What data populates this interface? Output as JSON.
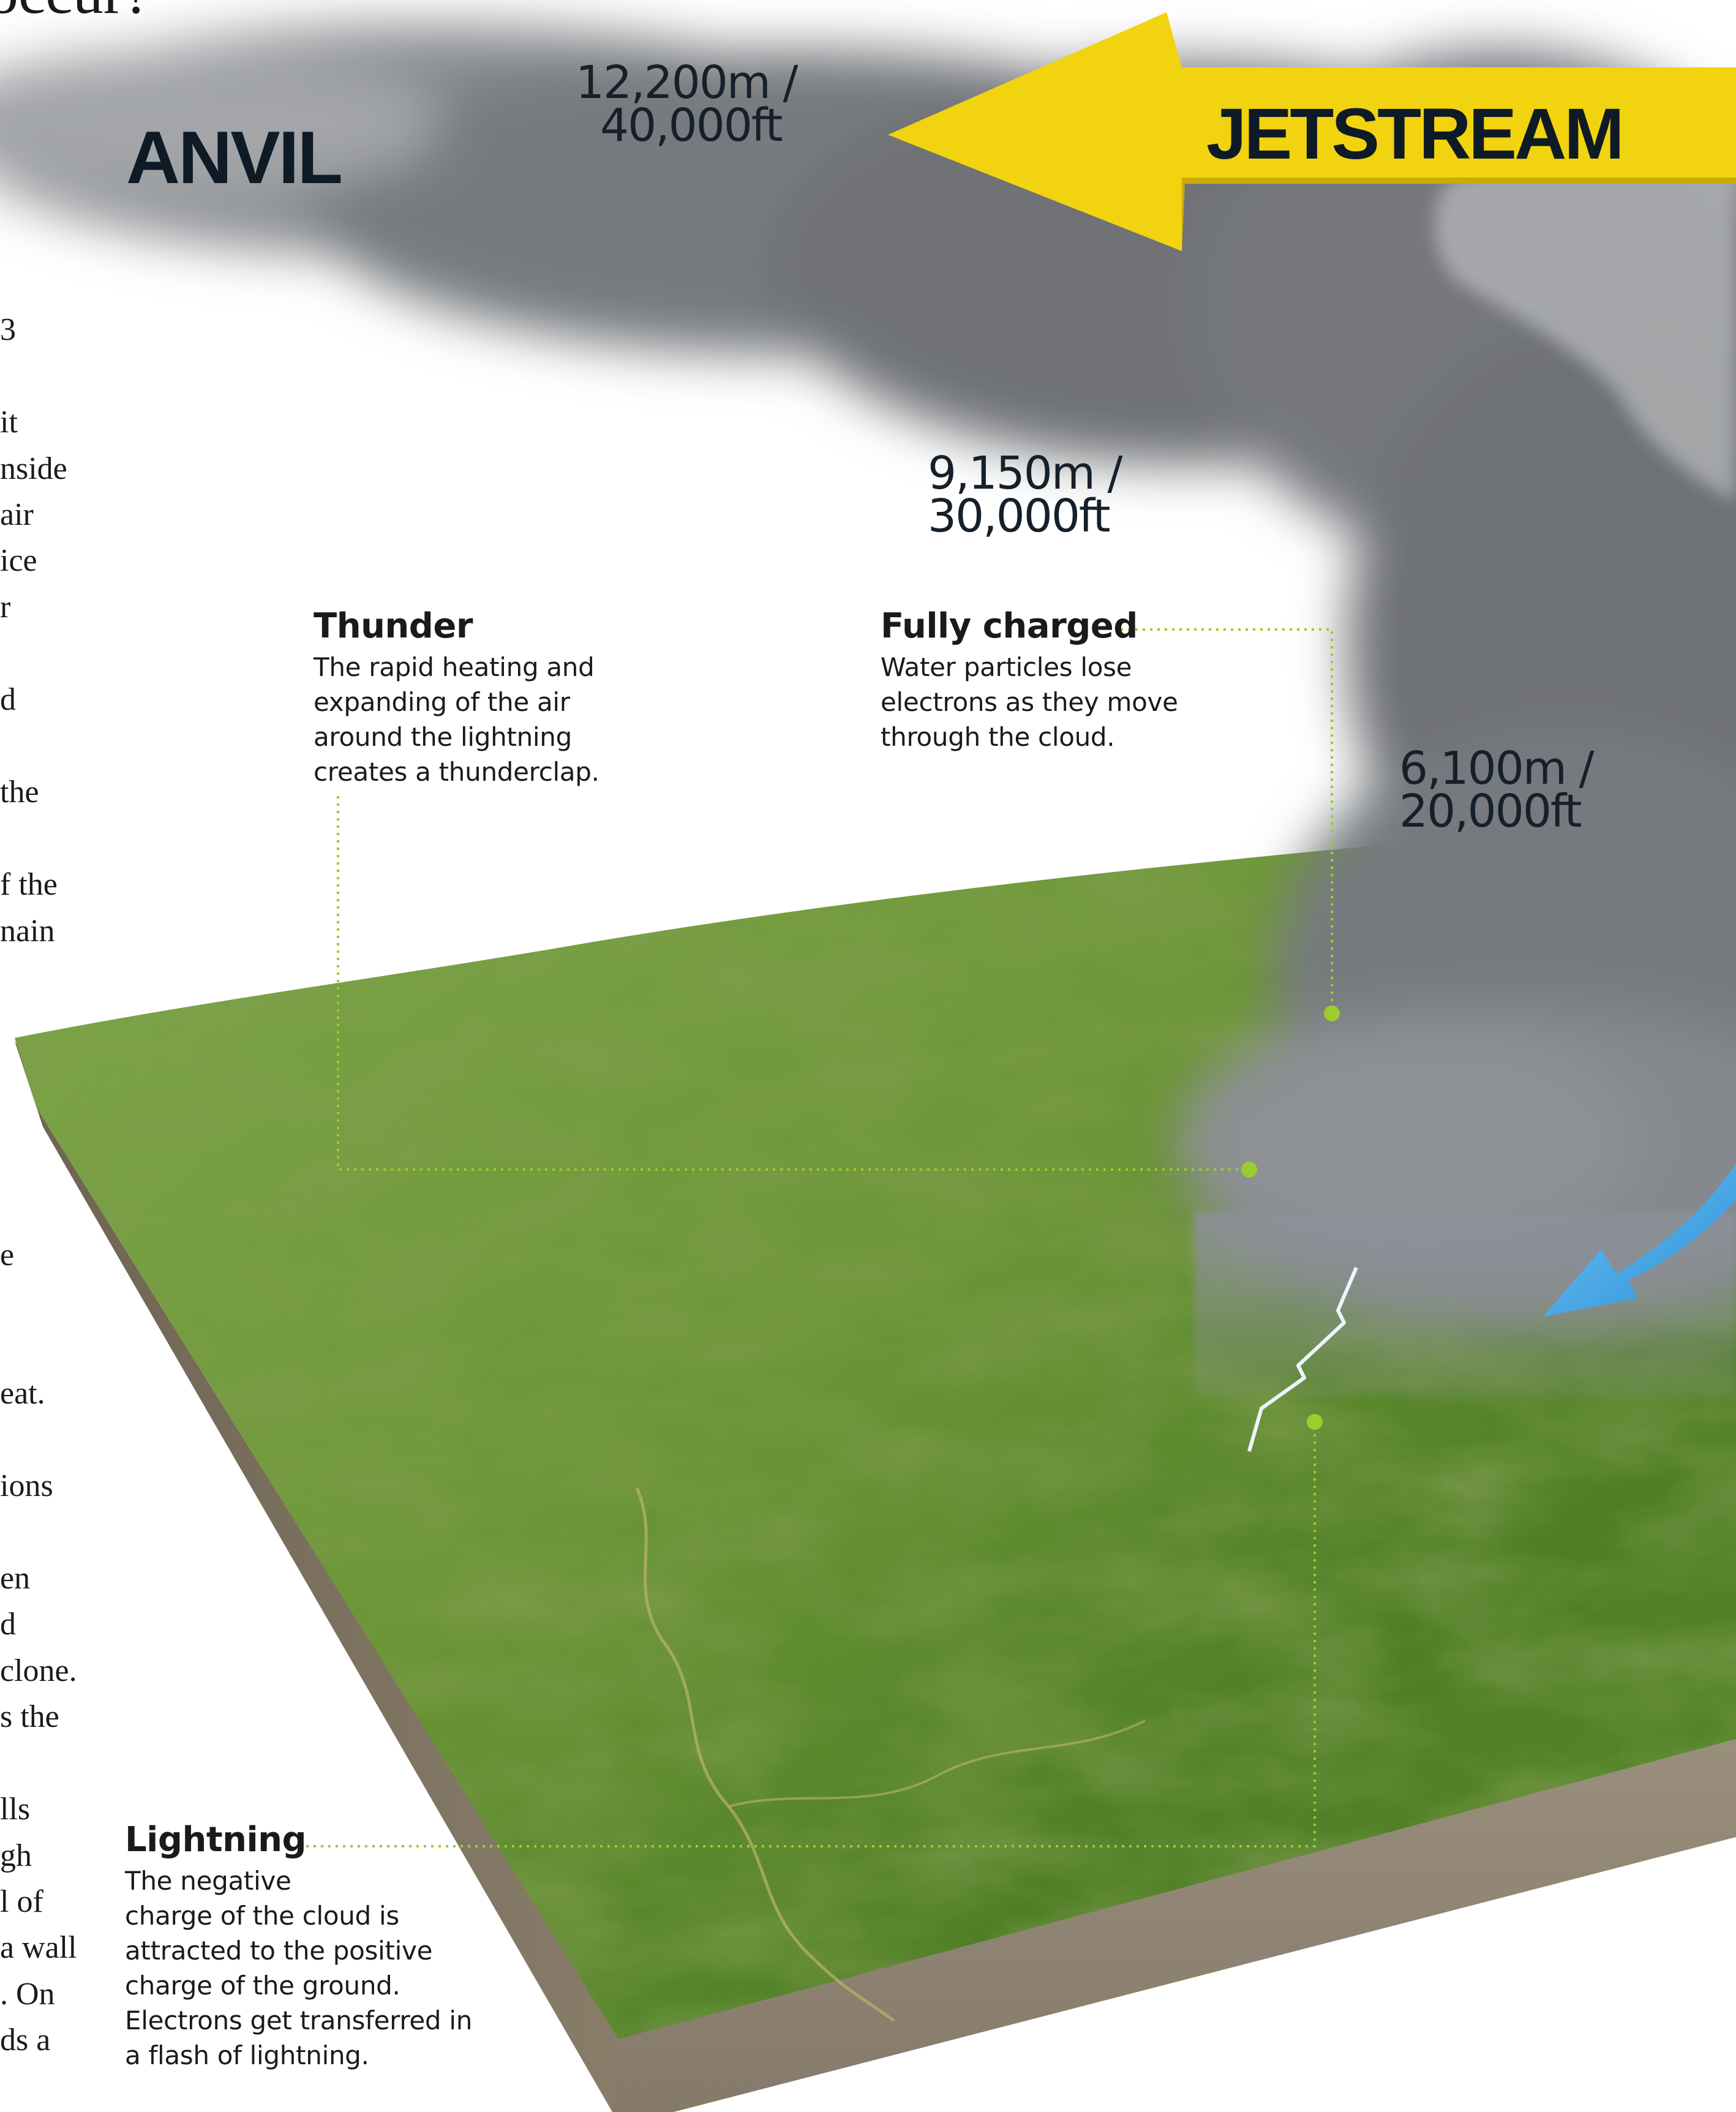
{
  "heading_fragment": "occur?",
  "body_fragments": [
    "3",
    "it",
    "nside",
    "air",
    "ice",
    "r",
    "d",
    "the",
    "f the",
    "nain",
    "e",
    "eat.",
    "ions",
    "en",
    "d",
    "clone.",
    "s the",
    "lls",
    "gh",
    "l of",
    "a wall",
    ". On",
    "ds a"
  ],
  "labels": {
    "anvil": "ANVIL",
    "jetstream": "JETSTREAM"
  },
  "altitudes": [
    {
      "metric": "12,200m /",
      "imperial": "40,000ft"
    },
    {
      "metric": "9,150m /",
      "imperial": "30,000ft"
    },
    {
      "metric": "6,100m /",
      "imperial": "20,000ft"
    }
  ],
  "callouts": [
    {
      "title": "Thunder",
      "lines": [
        "The rapid heating and",
        "expanding of the air",
        "around the lightning",
        "creates a thunderclap."
      ]
    },
    {
      "title": "Fully charged",
      "lines": [
        "Water particles lose",
        "electrons as they move",
        "through the cloud."
      ]
    },
    {
      "title": "Lightning",
      "lines": [
        "The negative",
        "charge of the cloud is",
        "attracted to the positive",
        "charge of the ground.",
        "Electrons get transferred in",
        "a flash of lightning."
      ]
    }
  ],
  "colors": {
    "jetstream_arrow": "#f2d30f",
    "leader_line": "#9ccc2e",
    "downdraft_arrow": "#4aaee8",
    "cloud": "#6f7377",
    "grass": "#6f9a3a",
    "soil": "#8a7e6c"
  }
}
